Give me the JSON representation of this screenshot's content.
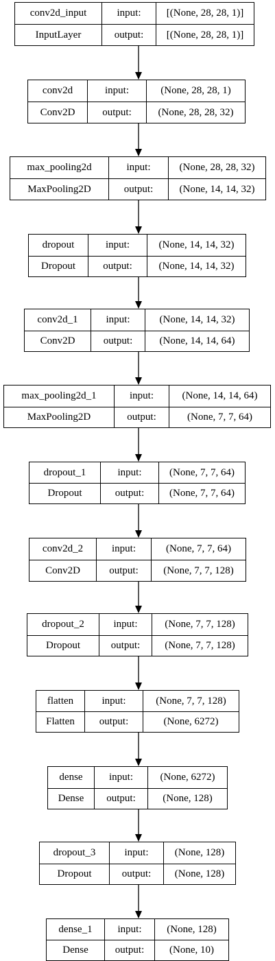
{
  "diagram": {
    "nodes": [
      {
        "name": "conv2d_input",
        "type": "InputLayer",
        "in_label": "input:",
        "out_label": "output:",
        "input_shape": "[(None, 28, 28, 1)]",
        "output_shape": "[(None, 28, 28, 1)]"
      },
      {
        "name": "conv2d",
        "type": "Conv2D",
        "in_label": "input:",
        "out_label": "output:",
        "input_shape": "(None, 28, 28, 1)",
        "output_shape": "(None, 28, 28, 32)"
      },
      {
        "name": "max_pooling2d",
        "type": "MaxPooling2D",
        "in_label": "input:",
        "out_label": "output:",
        "input_shape": "(None, 28, 28, 32)",
        "output_shape": "(None, 14, 14, 32)"
      },
      {
        "name": "dropout",
        "type": "Dropout",
        "in_label": "input:",
        "out_label": "output:",
        "input_shape": "(None, 14, 14, 32)",
        "output_shape": "(None, 14, 14, 32)"
      },
      {
        "name": "conv2d_1",
        "type": "Conv2D",
        "in_label": "input:",
        "out_label": "output:",
        "input_shape": "(None, 14, 14, 32)",
        "output_shape": "(None, 14, 14, 64)"
      },
      {
        "name": "max_pooling2d_1",
        "type": "MaxPooling2D",
        "in_label": "input:",
        "out_label": "output:",
        "input_shape": "(None, 14, 14, 64)",
        "output_shape": "(None, 7, 7, 64)"
      },
      {
        "name": "dropout_1",
        "type": "Dropout",
        "in_label": "input:",
        "out_label": "output:",
        "input_shape": "(None, 7, 7, 64)",
        "output_shape": "(None, 7, 7, 64)"
      },
      {
        "name": "conv2d_2",
        "type": "Conv2D",
        "in_label": "input:",
        "out_label": "output:",
        "input_shape": "(None, 7, 7, 64)",
        "output_shape": "(None, 7, 7, 128)"
      },
      {
        "name": "dropout_2",
        "type": "Dropout",
        "in_label": "input:",
        "out_label": "output:",
        "input_shape": "(None, 7, 7, 128)",
        "output_shape": "(None, 7, 7, 128)"
      },
      {
        "name": "flatten",
        "type": "Flatten",
        "in_label": "input:",
        "out_label": "output:",
        "input_shape": "(None, 7, 7, 128)",
        "output_shape": "(None, 6272)"
      },
      {
        "name": "dense",
        "type": "Dense",
        "in_label": "input:",
        "out_label": "output:",
        "input_shape": "(None, 6272)",
        "output_shape": "(None, 128)"
      },
      {
        "name": "dropout_3",
        "type": "Dropout",
        "in_label": "input:",
        "out_label": "output:",
        "input_shape": "(None, 128)",
        "output_shape": "(None, 128)"
      },
      {
        "name": "dense_1",
        "type": "Dense",
        "in_label": "input:",
        "out_label": "output:",
        "input_shape": "(None, 128)",
        "output_shape": "(None, 10)"
      }
    ]
  }
}
